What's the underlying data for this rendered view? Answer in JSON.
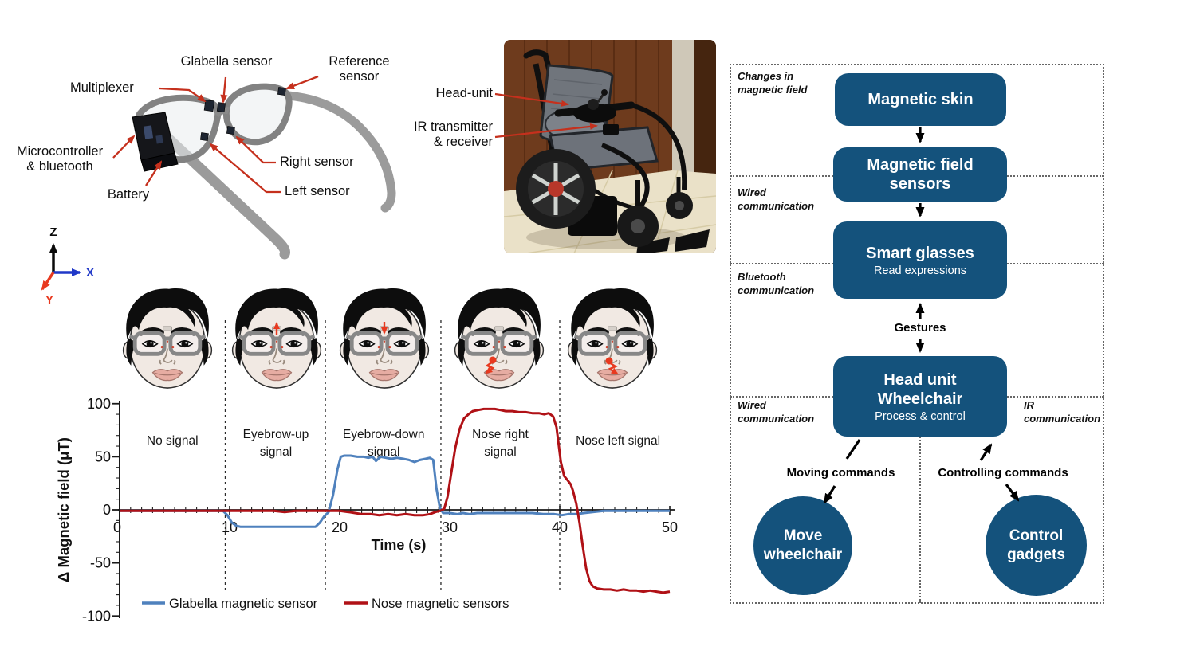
{
  "colors": {
    "flow_blue": "#14527c",
    "chart_blue": "#4f81bd",
    "chart_red": "#b01116",
    "annotation_arrow_red": "#c5301d",
    "axis_x_blue": "#2038c8",
    "axis_y_red": "#e8391f"
  },
  "glasses": {
    "labels": {
      "glabella": "Glabella sensor",
      "reference": "Reference\nsensor",
      "multiplexer": "Multiplexer",
      "micro": "Microcontroller\n& bluetooth",
      "battery": "Battery",
      "right": "Right sensor",
      "left": "Left sensor"
    }
  },
  "triad": {
    "z": "Z",
    "x": "X",
    "y": "Y"
  },
  "wheelchair": {
    "labels": {
      "head_unit": "Head-unit",
      "ir": "IR transmitter\n& receiver"
    }
  },
  "faces": [
    {
      "icon": "face-neutral"
    },
    {
      "icon": "face-eyebrow-up"
    },
    {
      "icon": "face-eyebrow-down"
    },
    {
      "icon": "face-nose-right"
    },
    {
      "icon": "face-nose-left"
    }
  ],
  "flowchart": {
    "sections": [
      {
        "label": "Changes in\nmagnetic field"
      },
      {
        "label": "Wired\ncommunication"
      },
      {
        "label": "Bluetooth\ncommunication"
      },
      {
        "label": "Wired\ncommunication"
      },
      {
        "label": "IR\ncommunication"
      }
    ],
    "boxes": [
      {
        "title": "Magnetic skin"
      },
      {
        "title": "Magnetic field\nsensors"
      },
      {
        "title": "Smart glasses",
        "subtitle": "Read expressions"
      },
      {
        "title": "Head unit\nWheelchair",
        "subtitle": "Process & control"
      }
    ],
    "circles": [
      {
        "label": "Move\nwheelchair"
      },
      {
        "label": "Control\ngadgets"
      }
    ],
    "edge_labels": {
      "gestures": "Gestures",
      "moving": "Moving commands",
      "controlling": "Controlling commands"
    }
  },
  "chart_data": {
    "type": "line",
    "xlabel": "Time (s)",
    "ylabel": "Δ Magnetic field (μT)",
    "xlim": [
      0,
      50
    ],
    "ylim": [
      -100,
      100
    ],
    "xticks": [
      0,
      10,
      20,
      30,
      40,
      50
    ],
    "yticks": [
      100,
      50,
      0,
      -50,
      -100
    ],
    "x_minor_step": 1,
    "y_minor_step": 10,
    "grid": false,
    "legend_position": "bottom",
    "region_separators_s": [
      9.6,
      18.7,
      29.2,
      40
    ],
    "regions": [
      {
        "label": "No signal",
        "center_s": 4.8
      },
      {
        "label": "Eyebrow-up\nsignal",
        "center_s": 14.2
      },
      {
        "label": "Eyebrow-down\nsignal",
        "center_s": 24.0
      },
      {
        "label": "Nose right\nsignal",
        "center_s": 34.6
      },
      {
        "label": "Nose left signal",
        "center_s": 45.3
      }
    ],
    "legend": [
      {
        "name": "Glabella magnetic sensor",
        "color": "#4f81bd"
      },
      {
        "name": "Nose magnetic sensors",
        "color": "#b01116"
      }
    ],
    "series": [
      {
        "name": "Glabella magnetic sensor",
        "color": "#4f81bd",
        "points": [
          [
            0,
            -1
          ],
          [
            2,
            -1
          ],
          [
            4,
            -1
          ],
          [
            6,
            -1
          ],
          [
            8,
            -1
          ],
          [
            9.4,
            -1
          ],
          [
            9.8,
            -5
          ],
          [
            10.2,
            -12
          ],
          [
            10.6,
            -15
          ],
          [
            11,
            -16
          ],
          [
            12,
            -16
          ],
          [
            13,
            -16
          ],
          [
            14,
            -16
          ],
          [
            15,
            -16
          ],
          [
            16,
            -16
          ],
          [
            17,
            -16
          ],
          [
            17.8,
            -16
          ],
          [
            18.2,
            -12
          ],
          [
            18.6,
            -6
          ],
          [
            19,
            -2
          ],
          [
            19.4,
            14
          ],
          [
            19.8,
            38
          ],
          [
            20.1,
            50
          ],
          [
            20.4,
            51
          ],
          [
            21,
            51
          ],
          [
            21.6,
            50
          ],
          [
            22.2,
            50
          ],
          [
            22.6,
            49
          ],
          [
            23,
            50
          ],
          [
            23.3,
            46
          ],
          [
            23.7,
            50
          ],
          [
            24.2,
            49
          ],
          [
            24.7,
            48
          ],
          [
            25.2,
            49
          ],
          [
            25.8,
            48
          ],
          [
            26.3,
            47
          ],
          [
            26.8,
            45
          ],
          [
            27.3,
            47
          ],
          [
            27.8,
            48
          ],
          [
            28.2,
            49
          ],
          [
            28.5,
            47
          ],
          [
            28.8,
            20
          ],
          [
            29.1,
            2
          ],
          [
            29.4,
            -3
          ],
          [
            30,
            -3
          ],
          [
            30.7,
            -4
          ],
          [
            31.2,
            -3
          ],
          [
            31.8,
            -4
          ],
          [
            32.5,
            -3
          ],
          [
            33.5,
            -3
          ],
          [
            34.5,
            -3
          ],
          [
            35.5,
            -3
          ],
          [
            36.5,
            -3
          ],
          [
            37.5,
            -3
          ],
          [
            38.5,
            -4
          ],
          [
            39.5,
            -4
          ],
          [
            40.2,
            -5
          ],
          [
            40.8,
            -4
          ],
          [
            41.5,
            -4
          ],
          [
            42.2,
            -3
          ],
          [
            43,
            -2
          ],
          [
            44,
            -1
          ],
          [
            45,
            -1
          ],
          [
            46,
            -1
          ],
          [
            47,
            -1
          ],
          [
            48,
            -1
          ],
          [
            49,
            -1
          ],
          [
            50,
            -1
          ]
        ]
      },
      {
        "name": "Nose magnetic sensors",
        "color": "#b01116",
        "points": [
          [
            0,
            -1
          ],
          [
            2,
            -1
          ],
          [
            4,
            -1
          ],
          [
            6,
            -1
          ],
          [
            8,
            -1
          ],
          [
            10,
            -1
          ],
          [
            12,
            -1
          ],
          [
            14,
            -1
          ],
          [
            15,
            -2
          ],
          [
            16,
            -1
          ],
          [
            18,
            -1
          ],
          [
            20,
            -1
          ],
          [
            20.8,
            -2
          ],
          [
            21.4,
            -3
          ],
          [
            22,
            -4
          ],
          [
            22.8,
            -4
          ],
          [
            23.6,
            -5
          ],
          [
            24.4,
            -4
          ],
          [
            25.2,
            -5
          ],
          [
            26,
            -4
          ],
          [
            26.8,
            -5
          ],
          [
            27.6,
            -5
          ],
          [
            28.2,
            -4
          ],
          [
            28.7,
            -2
          ],
          [
            29.1,
            -1
          ],
          [
            29.5,
            1
          ],
          [
            29.8,
            12
          ],
          [
            30.1,
            32
          ],
          [
            30.5,
            58
          ],
          [
            30.9,
            76
          ],
          [
            31.3,
            86
          ],
          [
            31.7,
            90
          ],
          [
            32.1,
            93
          ],
          [
            32.6,
            94
          ],
          [
            33.1,
            95
          ],
          [
            33.6,
            95
          ],
          [
            34.1,
            95
          ],
          [
            34.6,
            94
          ],
          [
            35.1,
            93
          ],
          [
            35.7,
            93
          ],
          [
            36.3,
            92
          ],
          [
            36.9,
            92
          ],
          [
            37.5,
            91
          ],
          [
            38.1,
            91
          ],
          [
            38.6,
            90
          ],
          [
            39,
            91
          ],
          [
            39.4,
            88
          ],
          [
            39.7,
            78
          ],
          [
            39.9,
            62
          ],
          [
            40.1,
            45
          ],
          [
            40.4,
            32
          ],
          [
            40.7,
            28
          ],
          [
            41,
            24
          ],
          [
            41.2,
            18
          ],
          [
            41.5,
            6
          ],
          [
            41.8,
            -12
          ],
          [
            42.1,
            -35
          ],
          [
            42.4,
            -55
          ],
          [
            42.7,
            -67
          ],
          [
            43,
            -72
          ],
          [
            43.4,
            -74
          ],
          [
            44,
            -75
          ],
          [
            44.6,
            -75
          ],
          [
            45.2,
            -76
          ],
          [
            45.8,
            -75
          ],
          [
            46.4,
            -76
          ],
          [
            47,
            -76
          ],
          [
            47.6,
            -77
          ],
          [
            48.2,
            -76
          ],
          [
            48.8,
            -77
          ],
          [
            49.4,
            -78
          ],
          [
            50,
            -77
          ]
        ]
      }
    ]
  }
}
